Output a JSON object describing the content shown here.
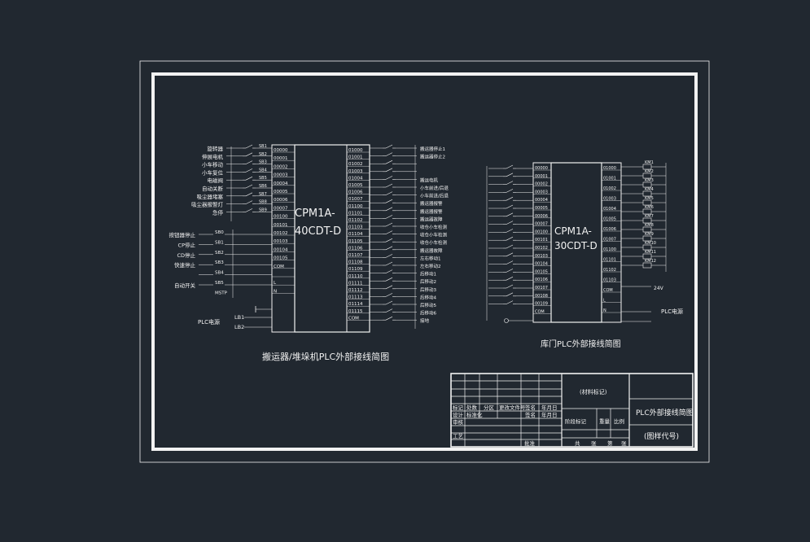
{
  "left_plc": {
    "model_line1": "CPM1A-",
    "model_line2": "40CDT-D",
    "caption": "搬运器/堆垛机PLC外部接线简图",
    "power_label": "PLC电源",
    "power_terms": [
      "LB1",
      "LB2"
    ],
    "left_pins": [
      "00000",
      "00001",
      "00002",
      "00003",
      "00004",
      "00005",
      "00006",
      "00007",
      "00100",
      "00101",
      "00102",
      "00103",
      "00104",
      "00105",
      "COM",
      "",
      "L",
      "N"
    ],
    "right_pins": [
      "01000",
      "01001",
      "01002",
      "01003",
      "01004",
      "01005",
      "01006",
      "01007",
      "01100",
      "01101",
      "01102",
      "01103",
      "01104",
      "01105",
      "01106",
      "01107",
      "01108",
      "01109",
      "01110",
      "01111",
      "01112",
      "01113",
      "01114",
      "01115",
      "COM"
    ],
    "input_labels": [
      "旋转器",
      "伸展电机",
      "小车移动",
      "小车复位",
      "电磁阀",
      "自动关断",
      "吸尘器堵塞",
      "吸尘器报警灯",
      "急停"
    ],
    "input_terms": [
      "SB1",
      "SB2",
      "SB3",
      "SB4",
      "SB5",
      "SB6",
      "SB7",
      "SB8",
      "SB9"
    ],
    "stop_labels": [
      "按钮器停止",
      "CP停止",
      "CD停止",
      "快速停止",
      "",
      "自动开关"
    ],
    "stop_terms": [
      "SB0",
      "SB1",
      "SB2",
      "SB3",
      "SB4",
      "SB5",
      "MSTP"
    ],
    "output_labels": [
      "搬运器停止1",
      "搬运器停止2",
      "",
      "",
      "搬运电机",
      "小车前进/后退",
      "小车前进/后退",
      "搬运器报警",
      "搬运器报警",
      "搬运器故障",
      "收仓小车检测",
      "收仓小车检测",
      "收仓小车检测",
      "搬运器故障",
      "左右移动1",
      "左右移动2",
      "后移动1",
      "后移动2",
      "后移动3",
      "后移动4",
      "后移动5",
      "后移动6",
      "接地"
    ]
  },
  "right_plc": {
    "model_line1": "CPM1A-",
    "model_line2": "30CDT-D",
    "caption": "库门PLC外部接线简图",
    "left_pins": [
      "00000",
      "00001",
      "00002",
      "00003",
      "00004",
      "00005",
      "00006",
      "00007",
      "00100",
      "00101",
      "00102",
      "00103",
      "00104",
      "00105",
      "00106",
      "00107",
      "00108",
      "00109",
      "COM"
    ],
    "right_pins": [
      "01000",
      "01001",
      "01002",
      "01003",
      "01004",
      "01005",
      "01006",
      "01007",
      "01100",
      "01101",
      "01102",
      "01103",
      "COM",
      "L",
      "N"
    ],
    "output_terms": [
      "KM1",
      "KM2",
      "KM3",
      "KM4",
      "KM5",
      "KM6",
      "KM7",
      "KM8",
      "KM9",
      "KM10",
      "KM11",
      "KM12"
    ],
    "power_note": "PLC电源",
    "dc_label": "24V"
  },
  "title_block": {
    "material": "(材料标记)",
    "drawing_name": "PLC外部接线简图",
    "drawing_code": "(图样代号)",
    "row_labels": [
      "标记",
      "处数",
      "分区",
      "更改文件号",
      "签名",
      "年月日"
    ],
    "row_labels2": [
      "设计",
      "标准化",
      "签名",
      "年月日",
      "阶段标记",
      "重量",
      "比例"
    ],
    "review_labels": [
      "审核",
      "工艺",
      "批准"
    ],
    "sheet_text": [
      "共",
      "张",
      "第",
      "张"
    ]
  }
}
